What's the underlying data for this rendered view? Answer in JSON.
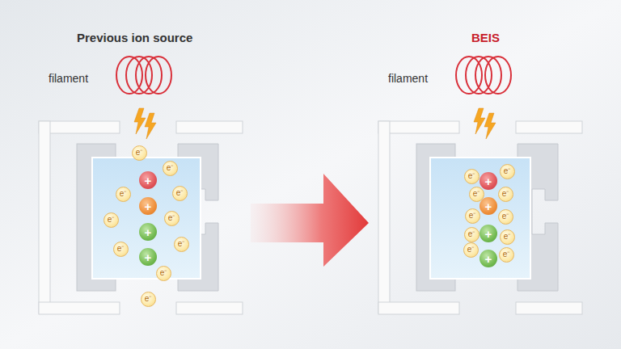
{
  "diagram": {
    "nodes": [
      {
        "text": [
          "e⁻"
        ]
      },
      {
        "text": [
          "e⁻"
        ]
      },
      {
        "text": [
          "+"
        ]
      },
      {
        "text": [
          "e⁻"
        ]
      },
      {
        "text": [
          "e⁻"
        ]
      },
      {
        "text": [
          "+"
        ]
      },
      {
        "text": [
          "e⁻"
        ]
      },
      {
        "text": [
          "e⁻"
        ]
      },
      {
        "text": [
          "+"
        ]
      },
      {
        "text": [
          "e⁻"
        ]
      },
      {
        "text": [
          "e⁻"
        ]
      },
      {
        "text": [
          "+"
        ]
      },
      {
        "text": [
          "e⁻"
        ]
      },
      {
        "text": [
          "e⁻"
        ]
      },
      {
        "text": [
          "e⁻"
        ]
      },
      {
        "text": [
          "e⁻"
        ]
      },
      {
        "text": [
          "+"
        ]
      },
      {
        "text": [
          "e⁻"
        ]
      },
      {
        "text": [
          "e⁻"
        ]
      },
      {
        "text": [
          "+"
        ]
      },
      {
        "text": [
          "e⁻"
        ]
      },
      {
        "text": [
          "e⁻"
        ]
      },
      {
        "text": [
          "+"
        ]
      },
      {
        "text": [
          "e⁻"
        ]
      },
      {
        "text": [
          "e⁻"
        ]
      },
      {
        "text": [
          "+"
        ]
      },
      {
        "text": [
          "e⁻"
        ]
      },
      {
        "text": [
          "e⁻"
        ]
      }
    ],
    "labels": [
      "Previous ion source",
      "filament",
      "BEIS",
      "filament"
    ]
  }
}
